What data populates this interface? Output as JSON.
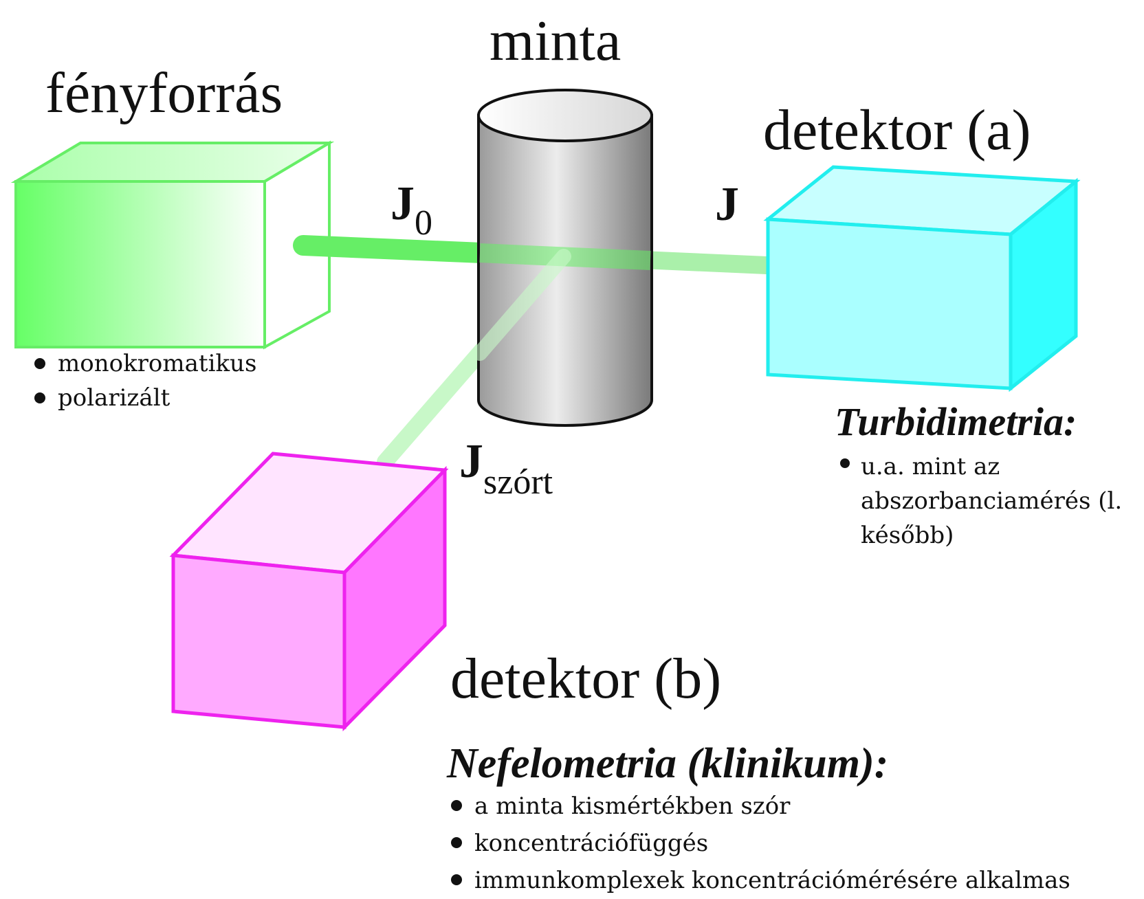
{
  "labels": {
    "light_source": "fényforrás",
    "sample": "minta",
    "detector_a": "detektor (a)",
    "detector_b": "detektor (b)",
    "j0_main": "J",
    "j0_sub": "0",
    "j": "J",
    "jscat_main": "J",
    "jscat_sub": "szórt"
  },
  "source_properties": [
    "monokromatikus",
    "polarizált"
  ],
  "turbidimetria": {
    "heading": "Turbidimetria:",
    "line1": "u.a. mint az",
    "line2": "abszorbanciamérés (l.",
    "line3": "később)"
  },
  "nefelometria": {
    "heading": "Nefelometria  (klinikum):",
    "items": [
      "a minta kismértékben szór",
      "koncentrációfüggés",
      "immunkomplexek koncentrációmérésére alkalmas"
    ]
  },
  "colors": {
    "light_source": "#66ff66",
    "detector_a": "#33ffff",
    "detector_b": "#ff66ff",
    "beam": "#66ff66",
    "sample_outline": "#111111"
  }
}
